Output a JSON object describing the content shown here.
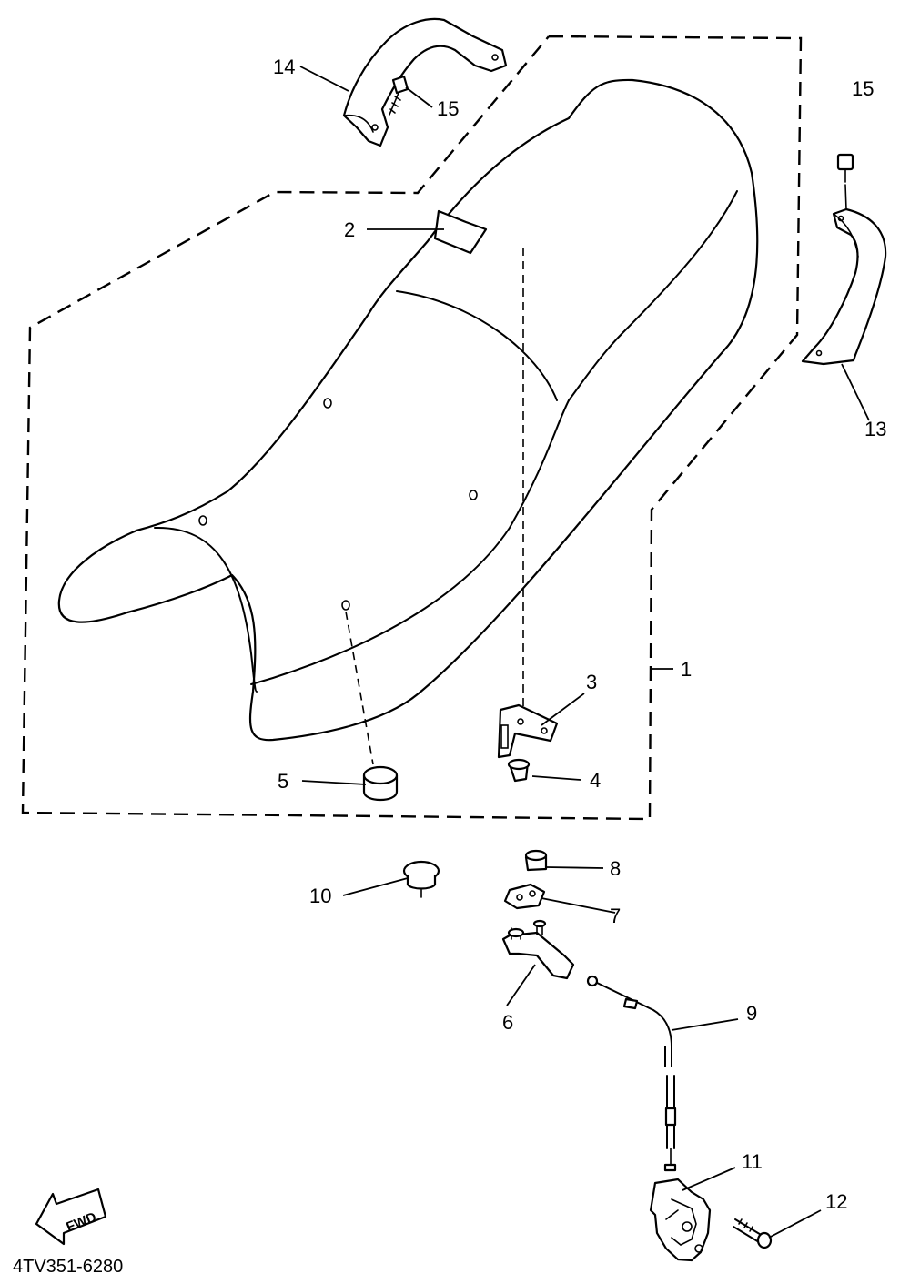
{
  "diagram": {
    "callouts": [
      {
        "id": "c1",
        "label": "1"
      },
      {
        "id": "c2",
        "label": "2"
      },
      {
        "id": "c3",
        "label": "3"
      },
      {
        "id": "c4",
        "label": "4"
      },
      {
        "id": "c5",
        "label": "5"
      },
      {
        "id": "c6",
        "label": "6"
      },
      {
        "id": "c7",
        "label": "7"
      },
      {
        "id": "c8",
        "label": "8"
      },
      {
        "id": "c9",
        "label": "9"
      },
      {
        "id": "c10",
        "label": "10"
      },
      {
        "id": "c11",
        "label": "11"
      },
      {
        "id": "c12",
        "label": "12"
      },
      {
        "id": "c13",
        "label": "13"
      },
      {
        "id": "c14",
        "label": "14"
      },
      {
        "id": "c15a",
        "label": "15"
      },
      {
        "id": "c15b",
        "label": "15"
      }
    ],
    "fwd_arrow_text": "FWD",
    "part_number": "4TV351-6280"
  }
}
